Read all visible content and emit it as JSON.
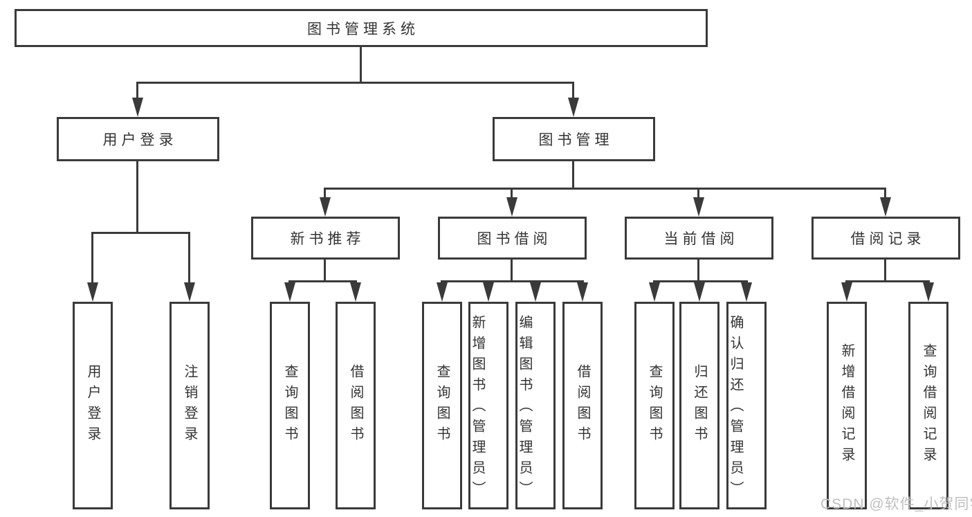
{
  "diagram": {
    "root": {
      "label": "图书管理系统"
    },
    "branches": [
      {
        "label": "用户登录",
        "children": [
          {
            "label": "用户登录"
          },
          {
            "label": "注销登录"
          }
        ]
      },
      {
        "label": "图书管理",
        "children": [
          {
            "label": "新书推荐",
            "children": [
              {
                "label": "查询图书"
              },
              {
                "label": "借阅图书"
              }
            ]
          },
          {
            "label": "图书借阅",
            "children": [
              {
                "label": "查询图书"
              },
              {
                "label": "新增图书（管理员）"
              },
              {
                "label": "编辑图书（管理员）"
              },
              {
                "label": "借阅图书"
              }
            ]
          },
          {
            "label": "当前借阅",
            "children": [
              {
                "label": "查询图书"
              },
              {
                "label": "归还图书"
              },
              {
                "label": "确认归还（管理员）"
              }
            ]
          },
          {
            "label": "借阅记录",
            "children": [
              {
                "label": "新增借阅记录"
              },
              {
                "label": "查询借阅记录"
              }
            ]
          }
        ]
      }
    ]
  },
  "watermark": {
    "text": "CSDN @软件_小贺同学"
  },
  "colors": {
    "line": "#3a3a3a",
    "text": "#333333",
    "background": "#ffffff",
    "watermark": "#bfbfbf"
  }
}
